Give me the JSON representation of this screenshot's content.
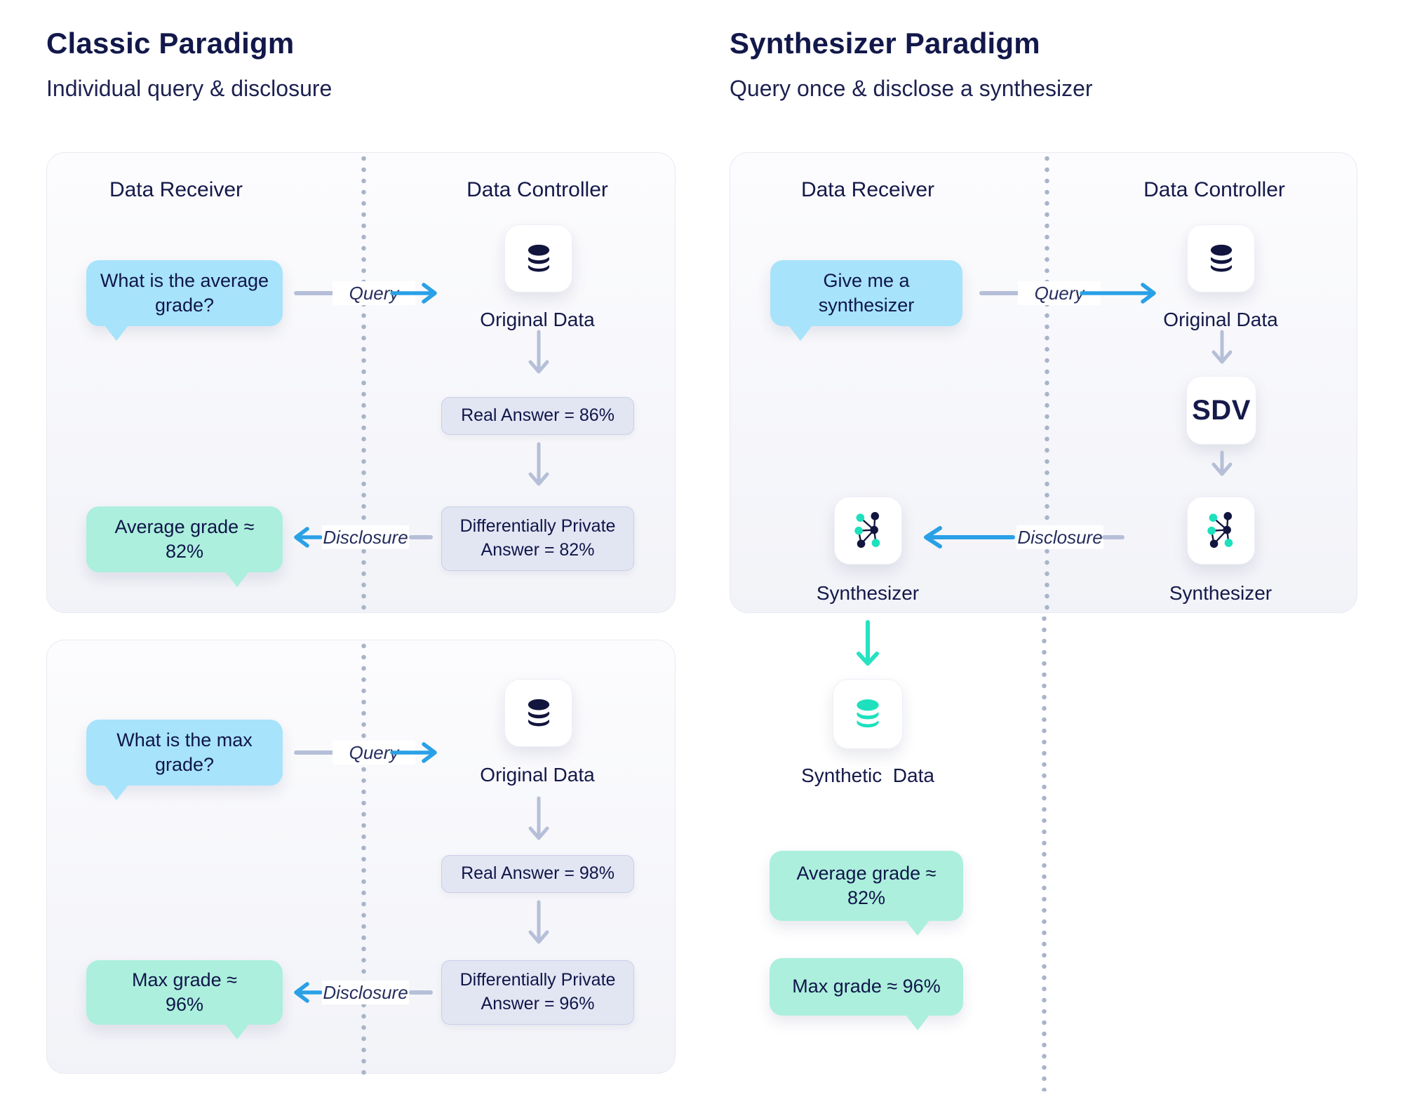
{
  "classic": {
    "title": "Classic Paradigm",
    "subtitle": "Individual query & disclosure",
    "panels": [
      {
        "receiver": "Data Receiver",
        "controller": "Data Controller",
        "query_bubble": "What is the average grade?",
        "query_label": "Query",
        "original_data": "Original Data",
        "real_answer": "Real Answer = 86%",
        "private_answer": "Differentially Private Answer = 82%",
        "disclosure_label": "Disclosure",
        "answer_bubble": "Average grade ≈ 82%"
      },
      {
        "query_bubble": "What is the max grade?",
        "query_label": "Query",
        "original_data": "Original Data",
        "real_answer": "Real Answer = 98%",
        "private_answer": "Differentially Private Answer = 96%",
        "disclosure_label": "Disclosure",
        "answer_bubble": "Max grade ≈ 96%"
      }
    ]
  },
  "synthesizer": {
    "title": "Synthesizer Paradigm",
    "subtitle": "Query once & disclose a synthesizer",
    "panel": {
      "receiver": "Data Receiver",
      "controller": "Data Controller",
      "query_bubble": "Give me a synthesizer",
      "query_label": "Query",
      "original_data": "Original Data",
      "sdv": "SDV",
      "synthesizer_right": "Synthesizer",
      "disclosure_label": "Disclosure",
      "synthesizer_left": "Synthesizer",
      "synthetic_data": "Synthetic  Data",
      "answer_bubble_1": "Average grade ≈ 82%",
      "answer_bubble_2": "Max grade ≈ 96%"
    }
  },
  "icons": {
    "database": "database-icon",
    "synthesizer": "synthesizer-graph-icon",
    "arrow_right": "arrow-right-icon",
    "arrow_left": "arrow-left-icon",
    "arrow_down": "arrow-down-icon"
  },
  "colors": {
    "navy_text": "#141949",
    "icon_navy": "#12163f",
    "bubble_blue": "#a7e3fa",
    "bubble_green": "#abefdc",
    "answer_box": "#e2e5f2",
    "arrow_gray": "#b6bfd8",
    "arrow_blue": "#2aa1e6",
    "teal": "#1fe0bd",
    "dotted_line": "#a9b4cb",
    "panel_bg": "#f6f7fa"
  }
}
